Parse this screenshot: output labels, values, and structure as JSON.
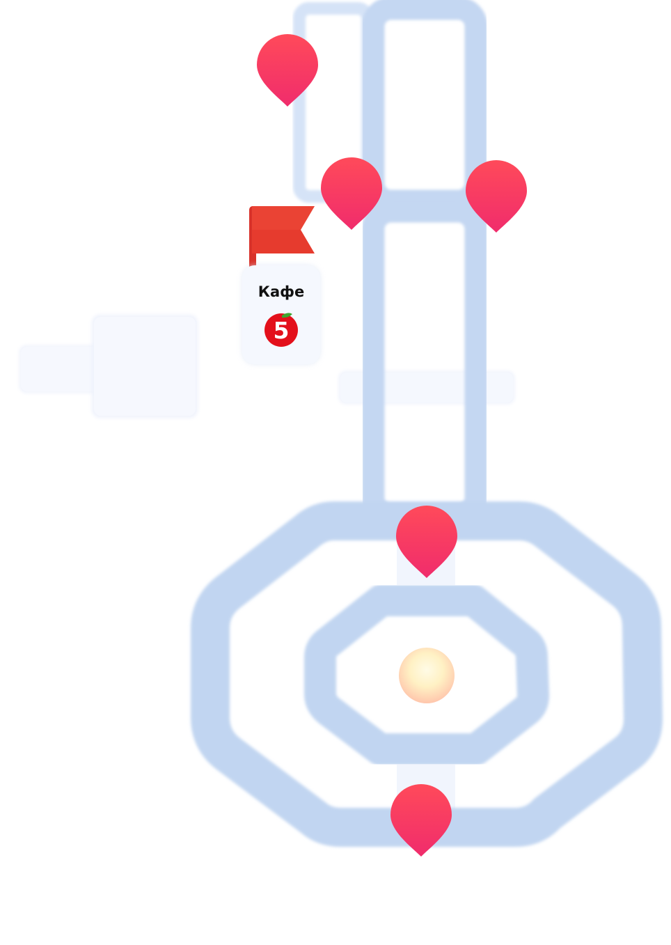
{
  "map": {
    "colors": {
      "road": "#c4d7f2",
      "road_glow": "#b3ccef",
      "block": "#f5f8fe",
      "pin_top": "#ff4a5c",
      "pin_bottom": "#f02a6a",
      "flag": "#e63b2e",
      "flag_pole": "#d8322a",
      "logo_red": "#e3101b",
      "logo_green": "#3ea630",
      "sun_core": "#fff8d0",
      "sun_edge": "#ffc8a8"
    },
    "pins": [
      {
        "name": "map-pin-north-west",
        "icon": "map-pin-icon"
      },
      {
        "name": "map-pin-junction-left",
        "icon": "map-pin-icon"
      },
      {
        "name": "map-pin-junction-right",
        "icon": "map-pin-icon"
      },
      {
        "name": "map-pin-ring-top",
        "icon": "map-pin-icon"
      },
      {
        "name": "map-pin-ring-bottom",
        "icon": "map-pin-icon"
      }
    ],
    "poi": {
      "label": "Кафе",
      "flag_icon": "flag-icon",
      "logo_icon": "pyaterochka-logo-icon",
      "logo_digit": "5"
    },
    "center_marker": {
      "icon": "sun-marker-icon"
    }
  }
}
